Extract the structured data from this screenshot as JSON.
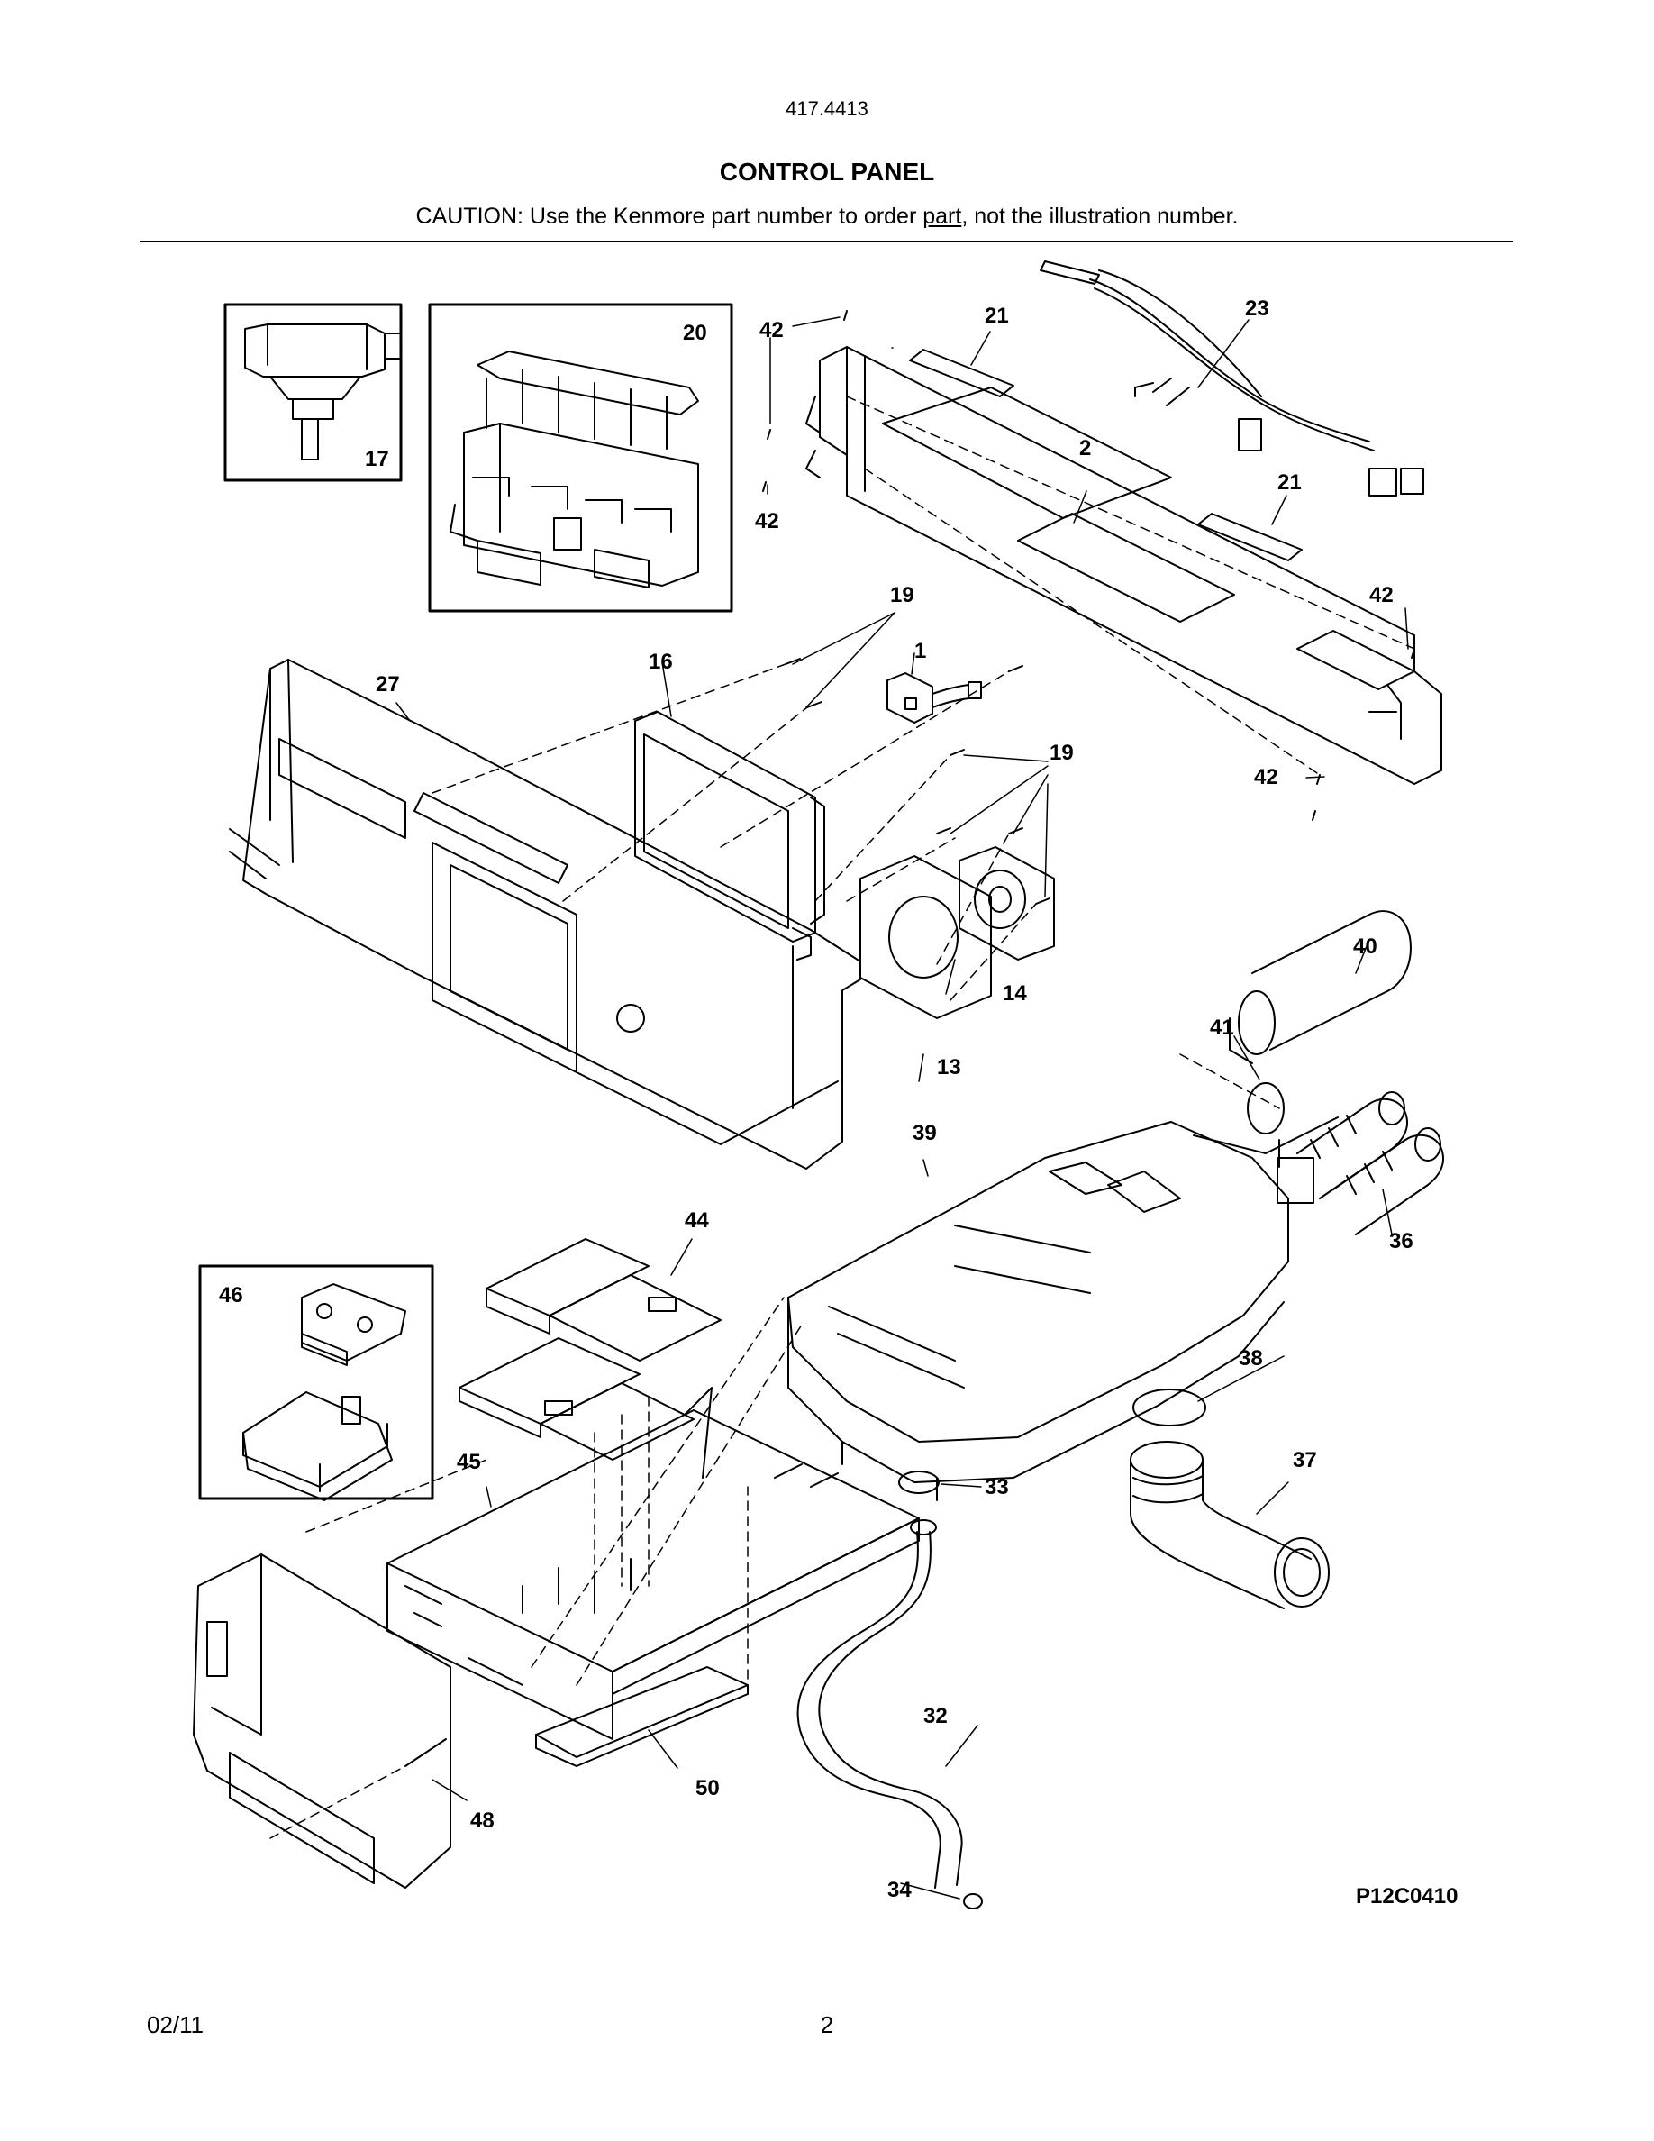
{
  "header": {
    "model_number": "417.4413",
    "title": "CONTROL PANEL",
    "caution_before": "CAUTION: Use the Kenmore part number to order ",
    "caution_link": "part",
    "caution_after": ", not the illustration number."
  },
  "figure": {
    "figure_id": "P12C0410",
    "callouts": {
      "c1": "1",
      "c2": "2",
      "c13": "13",
      "c14": "14",
      "c16": "16",
      "c17": "17",
      "c19a": "19",
      "c19b": "19",
      "c20": "20",
      "c21a": "21",
      "c21b": "21",
      "c23": "23",
      "c27": "27",
      "c32": "32",
      "c33": "33",
      "c34": "34",
      "c36": "36",
      "c37": "37",
      "c38": "38",
      "c39": "39",
      "c40": "40",
      "c41": "41",
      "c42a": "42",
      "c42b": "42",
      "c42c": "42",
      "c42d": "42",
      "c44": "44",
      "c45": "45",
      "c46": "46",
      "c48": "48",
      "c50": "50"
    }
  },
  "footer": {
    "date": "02/11",
    "page_number": "2"
  }
}
